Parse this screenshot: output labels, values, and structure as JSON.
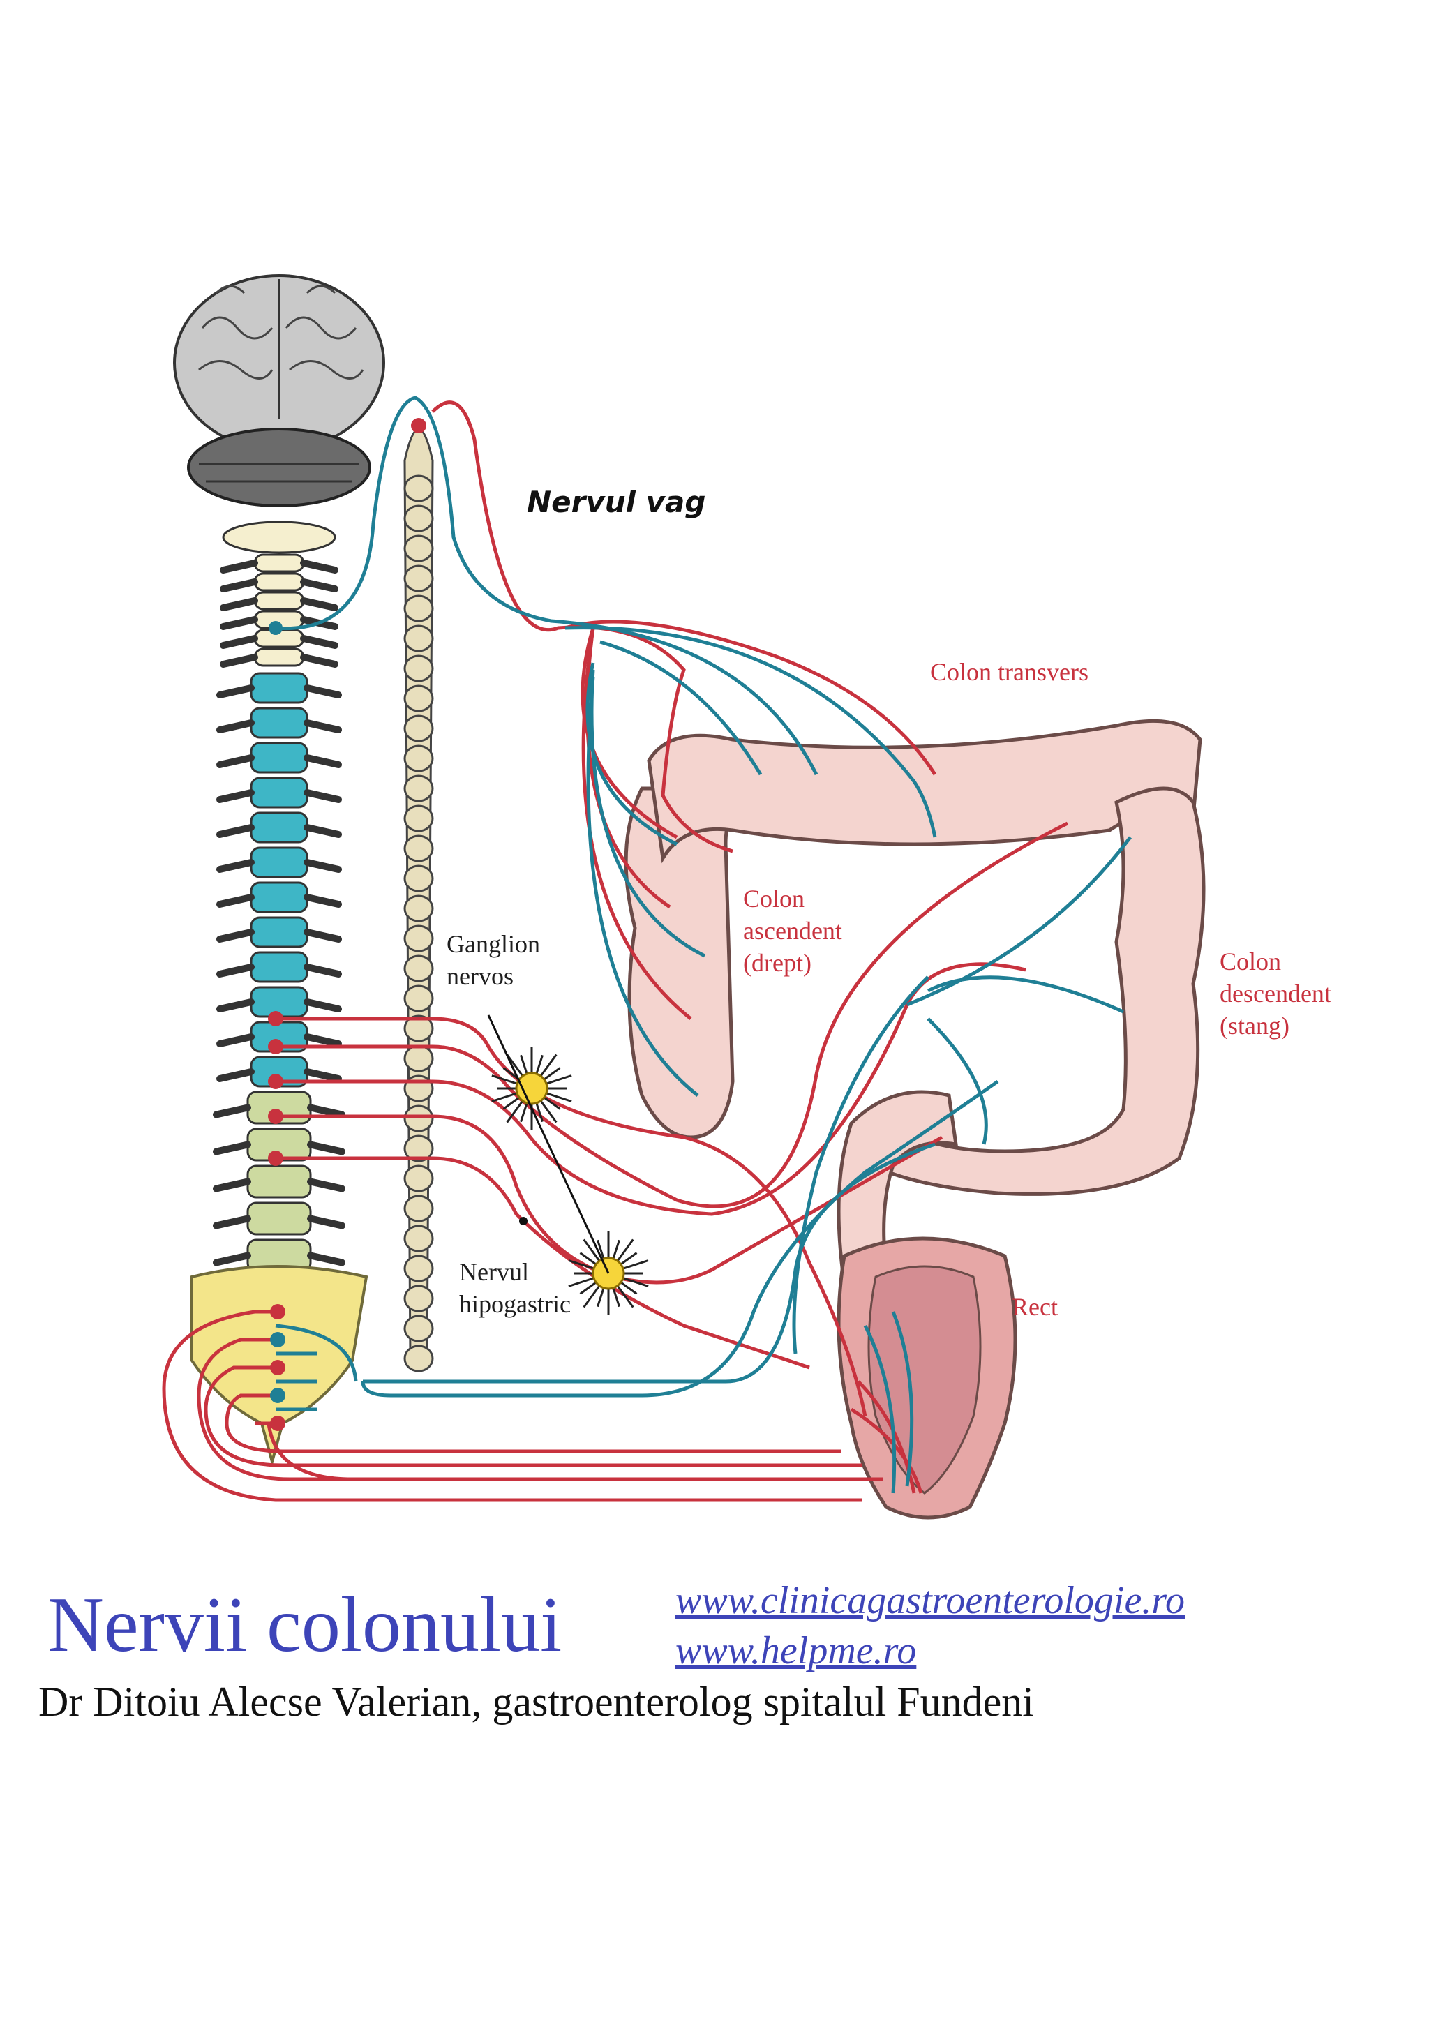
{
  "labels": {
    "nervul_vag": "Nervul vag",
    "colon_transvers": "Colon transvers",
    "colon_ascendent": "Colon\nascendent\n(drept)",
    "colon_descendent": "Colon\ndescendent\n(stang)",
    "ganglion_nervos": "Ganglion\nnervos",
    "nervul_hipogastric": "Nervul\nhipogastric",
    "rect": "Rect"
  },
  "footer": {
    "title": "Nervii colonului",
    "link_1": "www.clinicagastroenterologie.ro",
    "link_2": "www.helpme.ro",
    "author": "Dr Ditoiu Alecse Valerian, gastroenterolog spitalul Fundeni"
  },
  "colors": {
    "sympathetic_red": "#c8323e",
    "parasympathetic_blue": "#1f7f95",
    "label_red": "#c8323e",
    "title_blue": "#3d44b8",
    "colon_fill": "#f4d4cf",
    "cervical_vertebrae": "#f5efcf",
    "thoracic_vertebrae": "#3eb6c6",
    "lumbar_vertebrae": "#cddaa0",
    "sacrum": "#f3e58a",
    "sympathetic_chain": "#e8dfbd"
  },
  "icons": {
    "brain": "brain-icon",
    "spine": "spine-icon",
    "ganglion": "ganglion-icon"
  }
}
